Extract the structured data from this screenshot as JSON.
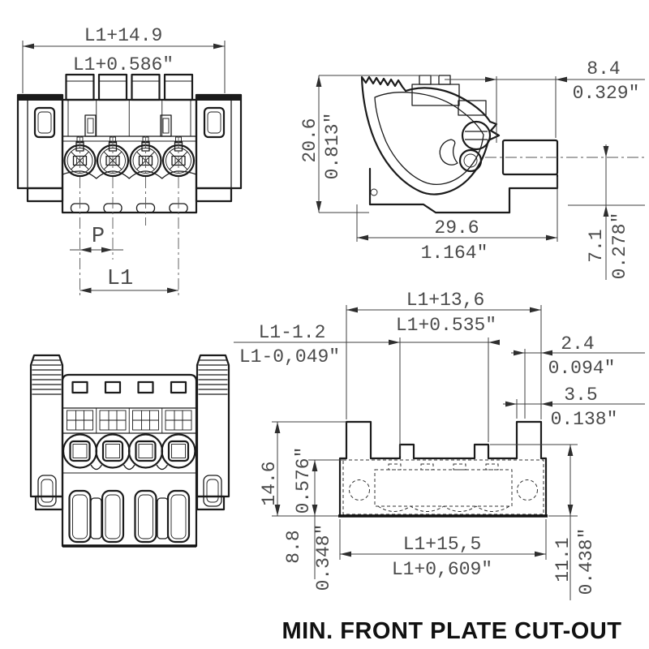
{
  "title": "MIN. FRONT PLATE CUT-OUT",
  "labels": {
    "pitch": "P",
    "length": "L1"
  },
  "dims": {
    "top_width": {
      "mm": "L1+14.9",
      "inch": "L1+0.586\""
    },
    "latch_depth": {
      "mm": "8.4",
      "inch": "0.329\""
    },
    "side_height": {
      "mm": "20.6",
      "inch": "0.813\""
    },
    "side_depth": {
      "mm": "29.6",
      "inch": "1.164\""
    },
    "pin_offset": {
      "mm": "7.1",
      "inch": "0.278\""
    },
    "cutout_top_width": {
      "mm": "L1+13,6",
      "inch": "L1+0.535\""
    },
    "cutout_inner_width": {
      "mm": "L1-1.2",
      "inch": "L1-0,049\""
    },
    "coding_gap": {
      "mm": "2.4",
      "inch": "0.094\""
    },
    "corner_tab_width": {
      "mm": "3.5",
      "inch": "0.138\""
    },
    "cutout_total_height": {
      "mm": "14.6",
      "inch": "0.576\""
    },
    "cutout_body_height": {
      "mm": "8.8",
      "inch": "0.348\""
    },
    "cutout_bottom_width": {
      "mm": "L1+15,5",
      "inch": "L1+0,609\""
    },
    "cutout_tab_height": {
      "mm": "11.1",
      "inch": "0.438\""
    }
  }
}
